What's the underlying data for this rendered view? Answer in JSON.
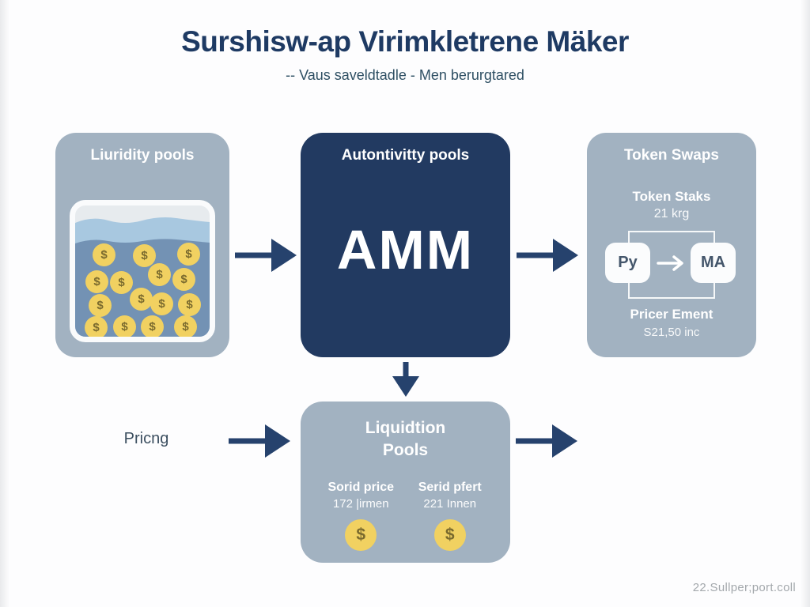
{
  "header": {
    "title": "Surshisw-ap Virimkletrene Mäker",
    "subtitle": "-- Vaus saveldtadle - Men berurgtared"
  },
  "diagram": {
    "liquidity_box": {
      "title": "Liuridity pools",
      "coin_symbol": "$"
    },
    "amm_box": {
      "title": "Autontivitty pools",
      "label": "AMM"
    },
    "token_swaps_box": {
      "title": "Token Swaps",
      "stats_label": "Token Staks",
      "stats_value": "21 krg",
      "from_token": "Py",
      "to_token": "MA",
      "price_label": "Pricer Ement",
      "price_value": "S21,50 inc"
    },
    "liquidation_box": {
      "title_line1": "Liquidtion",
      "title_line2": "Pools",
      "columns": [
        {
          "label": "Sorid price",
          "value": "172 |irmen",
          "coin_symbol": "$"
        },
        {
          "label": "Serid pfert",
          "value": "221 Innen",
          "coin_symbol": "$"
        }
      ]
    },
    "pricing_label": "Pricng"
  },
  "footer": {
    "credit": "22.Sullper;port.coll"
  },
  "colors": {
    "navy": "#223a61",
    "box_gray_blue": "#a2b2c1",
    "arrow": "#26426d",
    "title_text": "#1e3a63",
    "coin_yellow": "#f1d161",
    "coin_symbol": "#7a6a2e",
    "water_light": "#a8c8e0",
    "water_deep": "#7392b4",
    "footer_text": "#a3a8ac"
  }
}
